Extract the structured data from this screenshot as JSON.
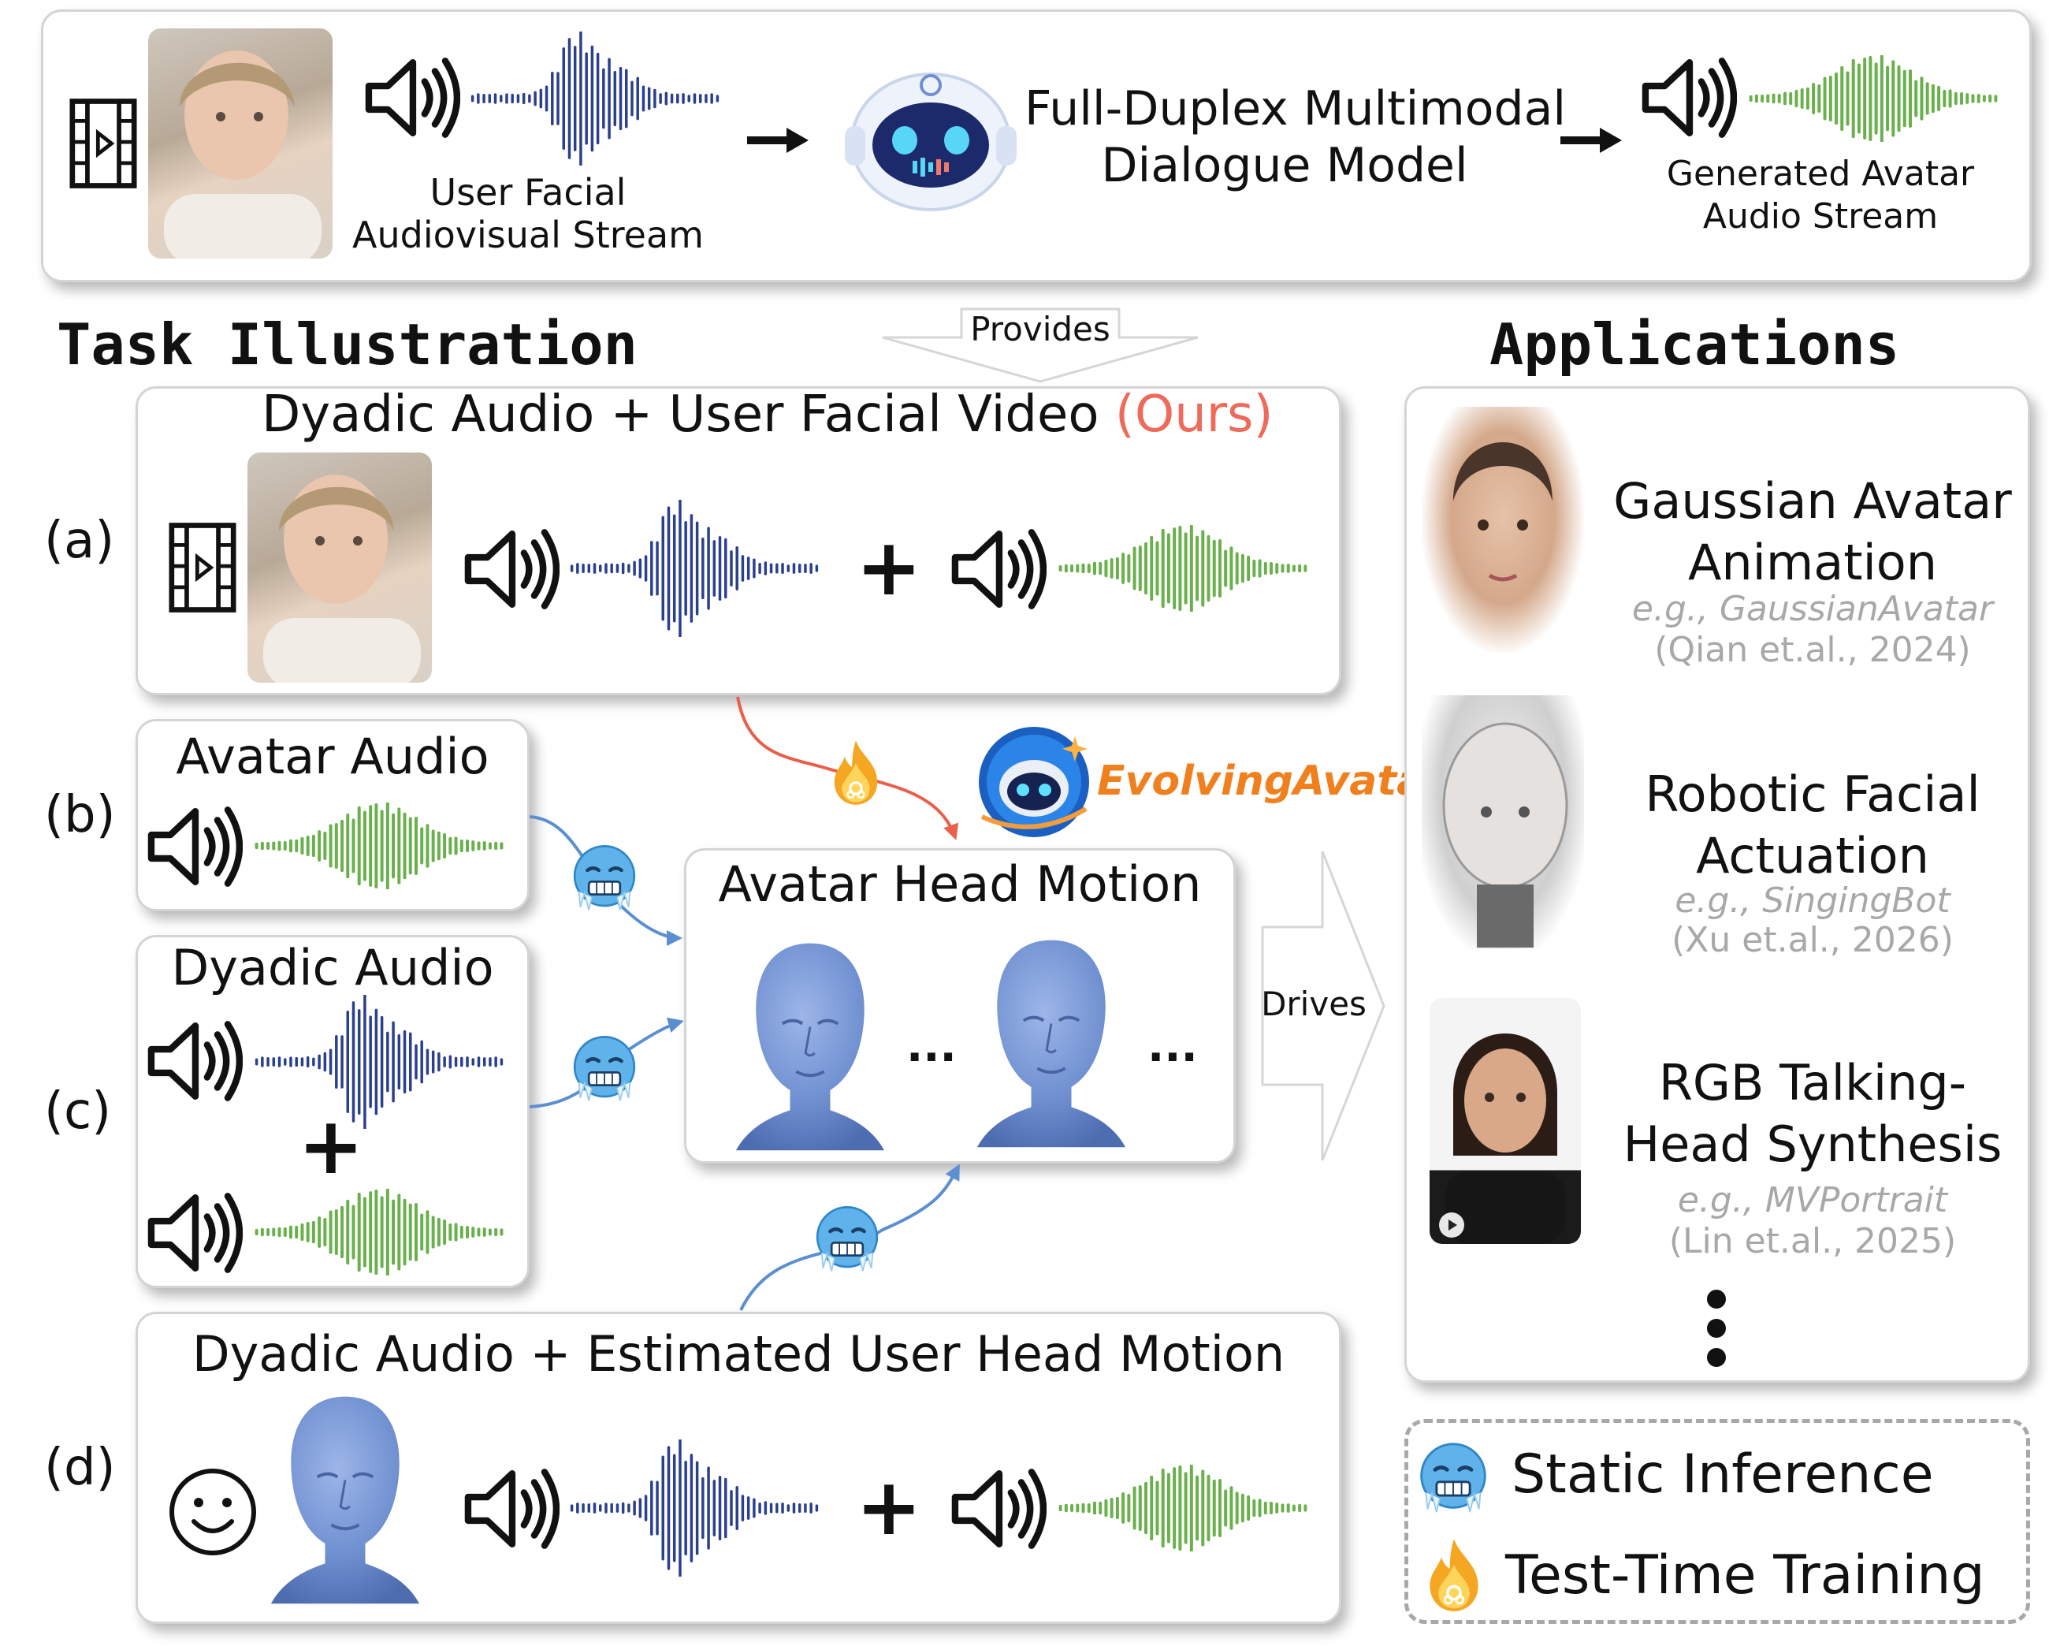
{
  "top": {
    "user_stream_line1": "User Facial",
    "user_stream_line2": "Audiovisual Stream",
    "model_line1": "Full-Duplex Multimodal",
    "model_line2": "Dialogue Model",
    "gen_line1": "Generated Avatar",
    "gen_line2": "Audio Stream"
  },
  "sections": {
    "task_title": "Task Illustration",
    "applications_title": "Applications",
    "provides": "Provides",
    "drives": "Drives"
  },
  "tasks": {
    "a": {
      "tag": "(a)",
      "title": "Dyadic Audio + User Facial Video",
      "ours": "(Ours)",
      "plus": "+"
    },
    "b": {
      "tag": "(b)",
      "title": "Avatar Audio"
    },
    "c": {
      "tag": "(c)",
      "title": "Dyadic Audio",
      "plus": "+"
    },
    "d": {
      "tag": "(d)",
      "title": "Dyadic Audio + Estimated User Head Motion",
      "plus": "+"
    }
  },
  "center": {
    "brand": "EvolvingAvatar",
    "title": "Avatar Head Motion",
    "dots1": "...",
    "dots2": "..."
  },
  "applications": [
    {
      "title1": "Gaussian Avatar",
      "title2": "Animation",
      "eg": "e.g., GaussianAvatar",
      "cite": "(Qian et.al., 2024)"
    },
    {
      "title1": "Robotic Facial",
      "title2": "Actuation",
      "eg": "e.g., SingingBot",
      "cite": "(Xu et.al., 2026)"
    },
    {
      "title1": "RGB Talking-",
      "title2": "Head Synthesis",
      "eg": "e.g., MVPortrait",
      "cite": "(Lin et.al., 2025)"
    }
  ],
  "legend": {
    "static": "Static Inference",
    "ttt": "Test-Time Training"
  },
  "colors": {
    "user_wave": "#2b3f8f",
    "avatar_wave": "#6ab04c",
    "head": "#6f8fd0",
    "arrow_blue": "#5b8fd0",
    "arrow_red": "#e8604c",
    "ours": "#ee6a5a"
  },
  "icons": [
    "video-film-icon",
    "speaker-icon",
    "robot-icon",
    "arrow-right-icon",
    "frozen-face-icon",
    "fire-icon",
    "smiley-icon",
    "play-icon"
  ]
}
